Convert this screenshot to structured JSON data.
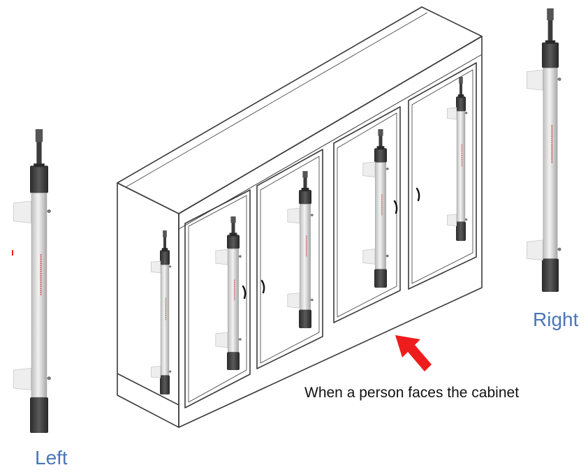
{
  "labels": {
    "left": "Left",
    "right": "Right",
    "caption": "When a person faces the cabinet"
  },
  "colors": {
    "label": "#4a76b8",
    "arrow": "#ee1c1c",
    "line": "#3a3a3a",
    "tube": "#dcdcdc",
    "cap": "#3c3c3c",
    "clamp": "#eeeeee",
    "tube_text": "#d04040"
  },
  "icons": {
    "arrow": "red-arrow-icon",
    "lamp": "uv-lamp-icon"
  }
}
